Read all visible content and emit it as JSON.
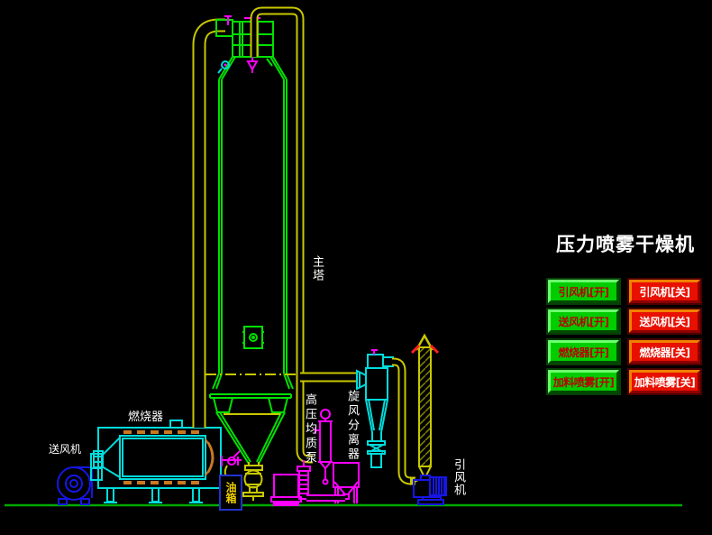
{
  "title": "压力喷雾干燥机",
  "equipment_labels": {
    "burner": "燃烧器",
    "supply_fan": "送风机",
    "oil_tank": "油箱",
    "main_tower": "主塔",
    "homogenizer_pump": "高压均质泵",
    "cyclone_separator": "旋风分离器",
    "induced_fan": "引风机"
  },
  "buttons": [
    {
      "on": "引风机[开]",
      "off": "引风机[关]"
    },
    {
      "on": "送风机[开]",
      "off": "送风机[关]"
    },
    {
      "on": "燃烧器[开]",
      "off": "燃烧器[关]"
    },
    {
      "on": "加料喷雾[开]",
      "off": "加料喷雾[关]"
    }
  ],
  "colors": {
    "background": "#000000",
    "button_on_face": "#00cd00",
    "button_on_text": "#b80000",
    "button_off_face": "#e81000",
    "button_off_text": "#ffffff",
    "button_off_bevel": "#f08000",
    "pipe_yellow": "#c8c800",
    "equipment_cyan": "#00dcdc",
    "tower_green": "#00e000",
    "pump_magenta": "#ff00ff",
    "fan_blue": "#1616e6",
    "burner_flame_orange": "#c87820",
    "ground_green": "#00aa00",
    "label_white": "#ffffff",
    "oil_tank_border": "#2233cc",
    "stack_arrow_red": "#ff2020"
  }
}
